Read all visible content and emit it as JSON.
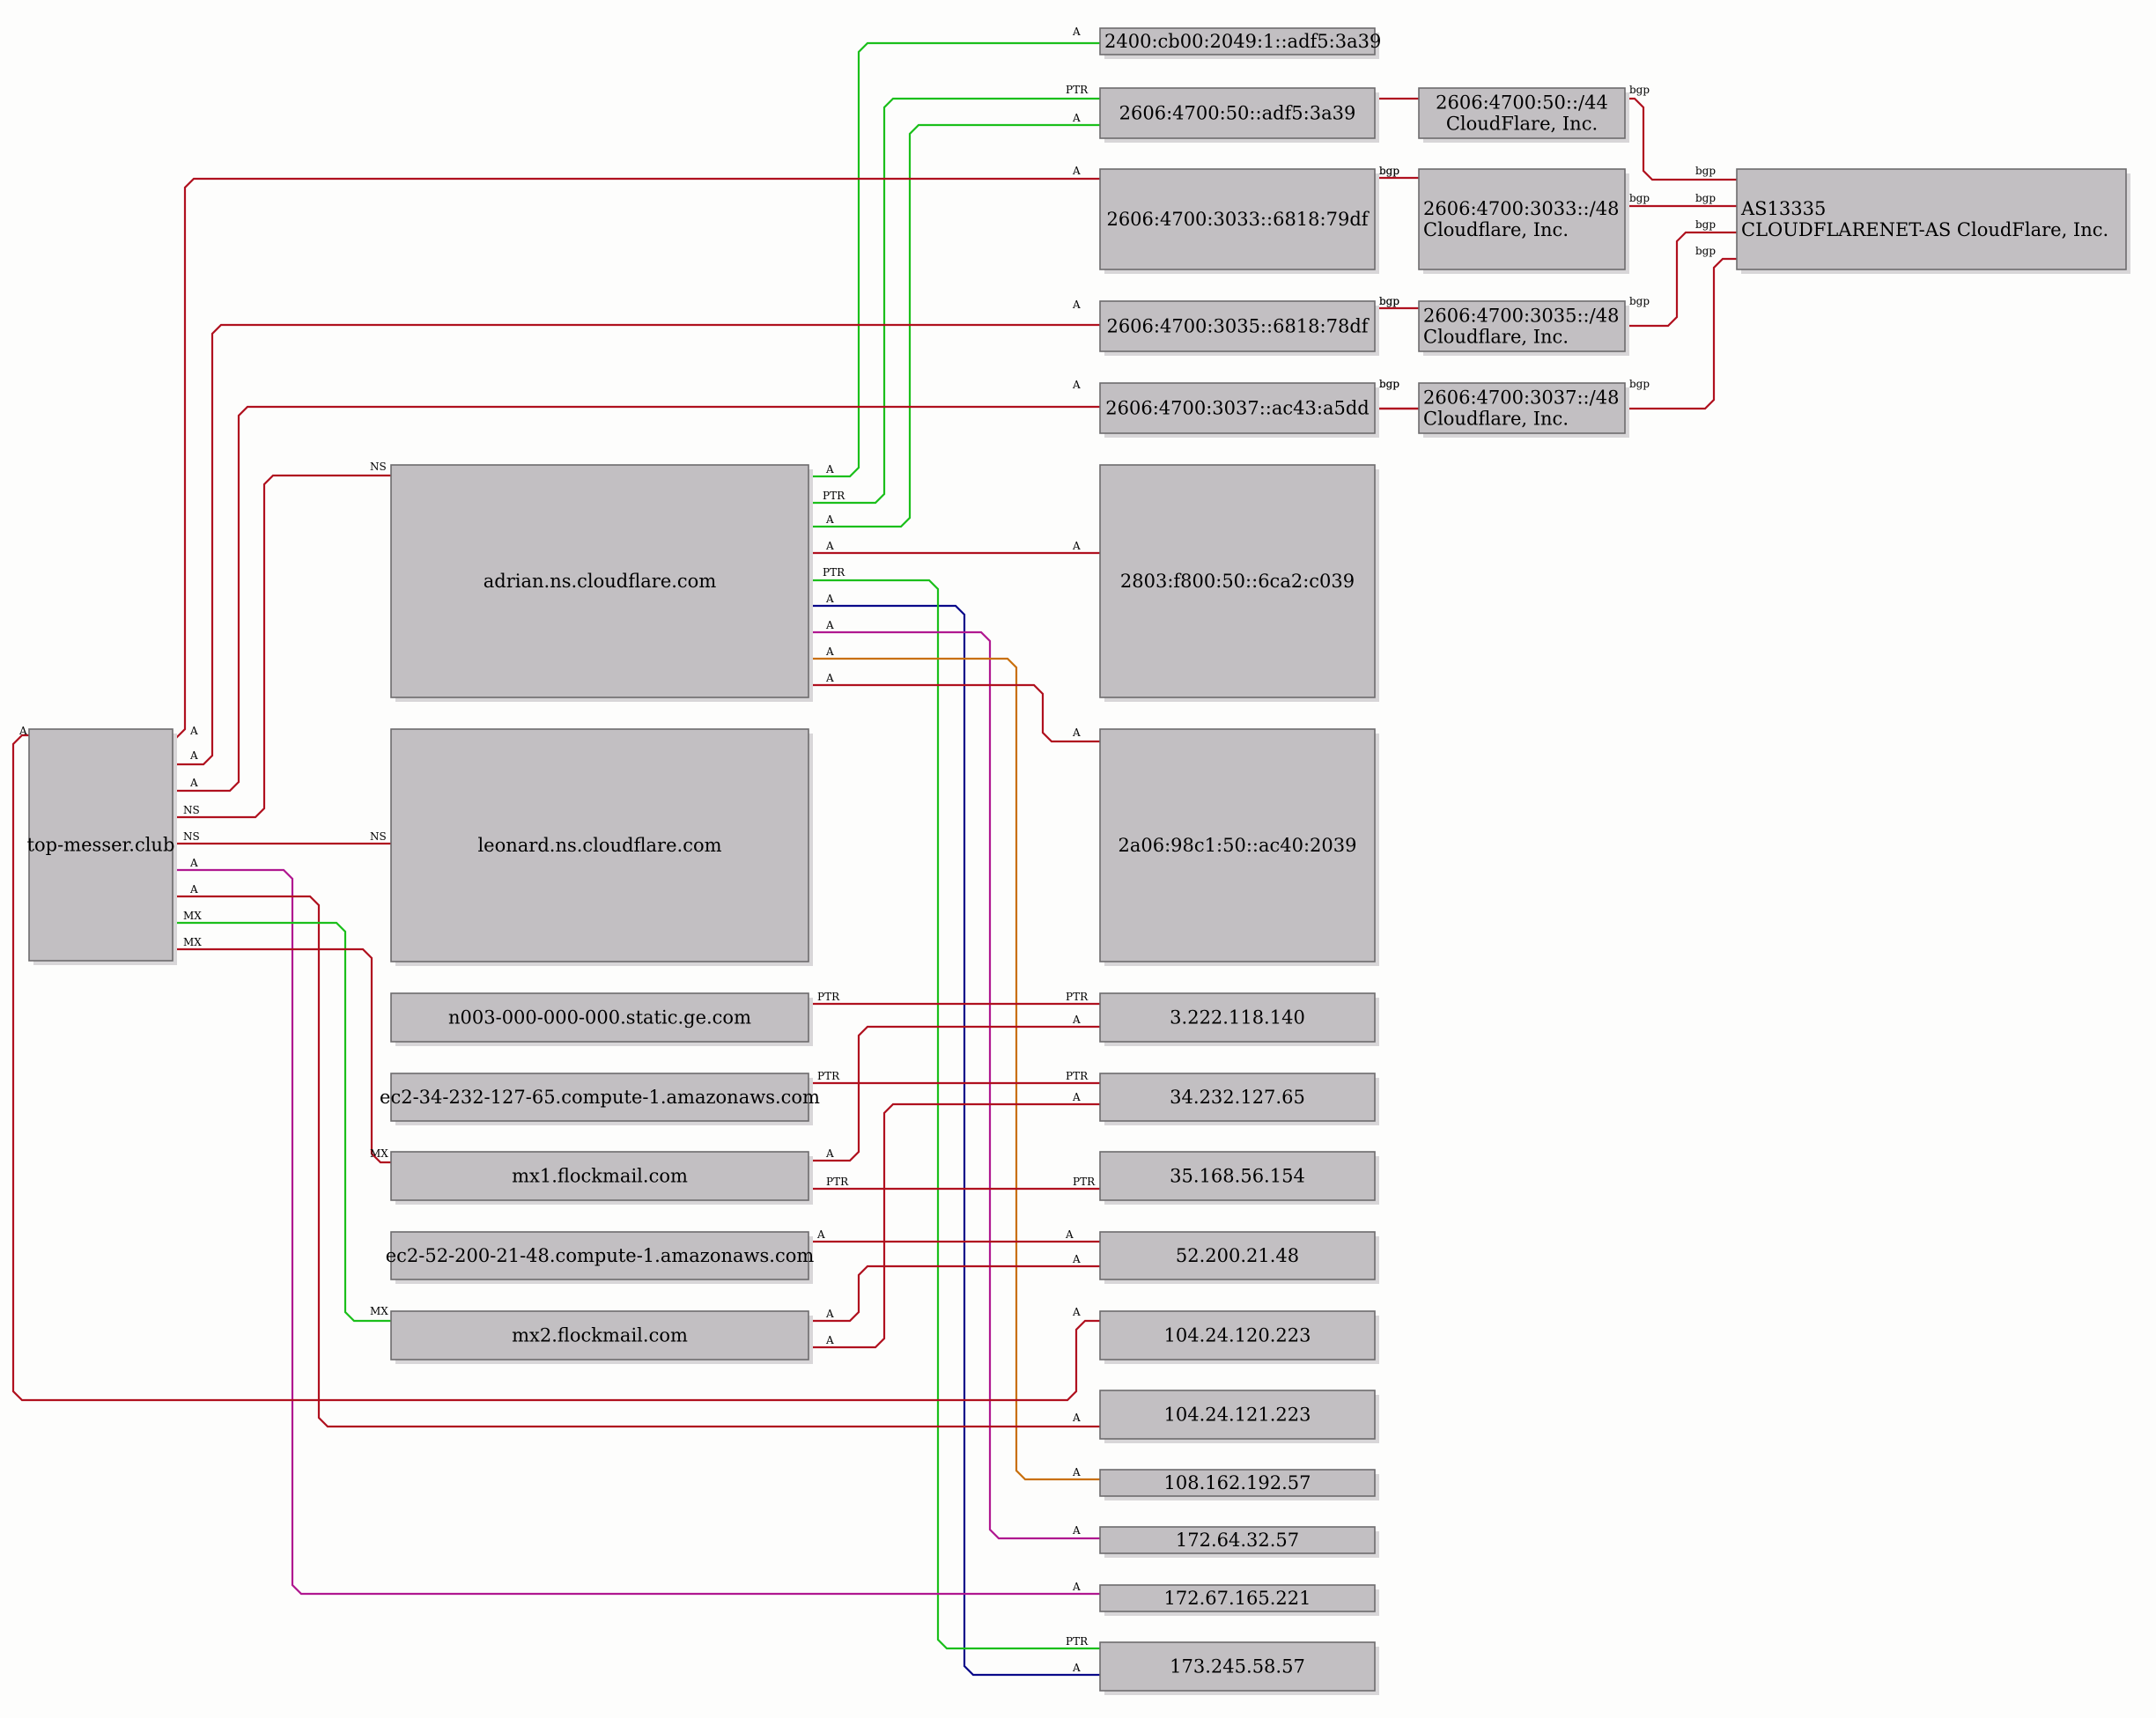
{
  "colors": {
    "red": "#b0111f",
    "green": "#1bbf1b",
    "navy": "#0a0a8a",
    "magenta": "#b01890",
    "orange": "#c9700e",
    "node_fill": "#c2bfc2",
    "node_border": "#6d6b6d"
  },
  "nodes": [
    {
      "id": "top",
      "lines": [
        "top-messer.club"
      ]
    },
    {
      "id": "adrian",
      "lines": [
        "adrian.ns.cloudflare.com"
      ]
    },
    {
      "id": "leonard",
      "lines": [
        "leonard.ns.cloudflare.com"
      ]
    },
    {
      "id": "ge",
      "lines": [
        "n003-000-000-000.static.ge.com"
      ]
    },
    {
      "id": "ec2a",
      "lines": [
        "ec2-34-232-127-65.compute-1.amazonaws.com"
      ]
    },
    {
      "id": "mx1",
      "lines": [
        "mx1.flockmail.com"
      ]
    },
    {
      "id": "ec2b",
      "lines": [
        "ec2-52-200-21-48.compute-1.amazonaws.com"
      ]
    },
    {
      "id": "mx2",
      "lines": [
        "mx2.flockmail.com"
      ]
    },
    {
      "id": "ip6a",
      "lines": [
        "2400:cb00:2049:1::adf5:3a39"
      ]
    },
    {
      "id": "ip6b",
      "lines": [
        "2606:4700:50::adf5:3a39"
      ]
    },
    {
      "id": "ip6c",
      "lines": [
        "2606:4700:3033::6818:79df"
      ]
    },
    {
      "id": "ip6d",
      "lines": [
        "2606:4700:3035::6818:78df"
      ]
    },
    {
      "id": "ip6e",
      "lines": [
        "2606:4700:3037::ac43:a5dd"
      ]
    },
    {
      "id": "ip6f",
      "lines": [
        "2803:f800:50::6ca2:c039"
      ]
    },
    {
      "id": "ip6g",
      "lines": [
        "2a06:98c1:50::ac40:2039"
      ]
    },
    {
      "id": "net1",
      "lines": [
        "2606:4700:50::/44",
        "CloudFlare, Inc."
      ]
    },
    {
      "id": "net2",
      "lines": [
        "2606:4700:3033::/48",
        "Cloudflare, Inc."
      ]
    },
    {
      "id": "net3",
      "lines": [
        "2606:4700:3035::/48",
        "Cloudflare, Inc."
      ]
    },
    {
      "id": "net4",
      "lines": [
        "2606:4700:3037::/48",
        "Cloudflare, Inc."
      ]
    },
    {
      "id": "asn",
      "lines": [
        "AS13335",
        "CLOUDFLARENET-AS CloudFlare, Inc."
      ]
    },
    {
      "id": "ip1",
      "lines": [
        "3.222.118.140"
      ]
    },
    {
      "id": "ip2",
      "lines": [
        "34.232.127.65"
      ]
    },
    {
      "id": "ip3",
      "lines": [
        "35.168.56.154"
      ]
    },
    {
      "id": "ip4",
      "lines": [
        "52.200.21.48"
      ]
    },
    {
      "id": "ip5",
      "lines": [
        "104.24.120.223"
      ]
    },
    {
      "id": "ip6",
      "lines": [
        "104.24.121.223"
      ]
    },
    {
      "id": "ip7",
      "lines": [
        "108.162.192.57"
      ]
    },
    {
      "id": "ip8",
      "lines": [
        "172.64.32.57"
      ]
    },
    {
      "id": "ip9",
      "lines": [
        "172.67.165.221"
      ]
    },
    {
      "id": "ip10",
      "lines": [
        "173.245.58.57"
      ]
    }
  ],
  "edges": [
    {
      "color": "green",
      "labels": [
        "A",
        "A"
      ]
    },
    {
      "color": "green",
      "labels": [
        "PTR",
        "PTR"
      ]
    },
    {
      "color": "green",
      "labels": [
        "A",
        "A"
      ]
    },
    {
      "color": "red",
      "labels": [
        "A",
        "A"
      ]
    },
    {
      "color": "red",
      "labels": [
        "PTR"
      ]
    },
    {
      "color": "navy",
      "labels": [
        "A",
        "A"
      ]
    },
    {
      "color": "green",
      "labels": [
        "PTR",
        "PTR"
      ]
    },
    {
      "color": "magenta",
      "labels": [
        "A",
        "A"
      ]
    },
    {
      "color": "orange",
      "labels": [
        "A",
        "A"
      ]
    },
    {
      "color": "red",
      "labels": [
        "A",
        "A"
      ]
    },
    {
      "color": "red",
      "labels": [
        "A",
        "A"
      ]
    },
    {
      "color": "red",
      "labels": [
        "A",
        "A"
      ]
    },
    {
      "color": "red",
      "labels": [
        "A",
        "A"
      ]
    },
    {
      "color": "red",
      "labels": [
        "NS",
        "NS"
      ]
    },
    {
      "color": "red",
      "labels": [
        "NS",
        "NS"
      ]
    },
    {
      "color": "magenta",
      "labels": [
        "A",
        "A"
      ]
    },
    {
      "color": "red",
      "labels": [
        "A",
        "A"
      ]
    },
    {
      "color": "green",
      "labels": [
        "MX",
        "MX"
      ]
    },
    {
      "color": "red",
      "labels": [
        "MX",
        "MX"
      ]
    },
    {
      "color": "red",
      "labels": [
        "A",
        "A"
      ]
    },
    {
      "color": "red",
      "labels": [
        "PTR",
        "PTR"
      ]
    },
    {
      "color": "red",
      "labels": [
        "A",
        "A"
      ]
    },
    {
      "color": "red",
      "labels": [
        "PTR",
        "PTR"
      ]
    },
    {
      "color": "red",
      "labels": [
        "A",
        "A"
      ]
    },
    {
      "color": "red",
      "labels": [
        "PTR",
        "PTR"
      ]
    },
    {
      "color": "red",
      "labels": [
        "A",
        "A"
      ]
    },
    {
      "color": "red",
      "labels": [
        "A",
        "A"
      ]
    },
    {
      "color": "red",
      "labels": [
        "bgp",
        "bgp"
      ]
    },
    {
      "color": "red",
      "labels": [
        "bgp",
        "bgp"
      ]
    },
    {
      "color": "red",
      "labels": [
        "bgp",
        "bgp"
      ]
    },
    {
      "color": "red",
      "labels": [
        "bgp",
        "bgp"
      ]
    },
    {
      "color": "red",
      "labels": [
        "bgp",
        "bgp"
      ]
    },
    {
      "color": "red",
      "labels": [
        "bgp",
        "bgp"
      ]
    },
    {
      "color": "red",
      "labels": [
        "bgp",
        "bgp"
      ]
    },
    {
      "color": "red",
      "labels": [
        "bgp",
        "bgp"
      ]
    }
  ]
}
